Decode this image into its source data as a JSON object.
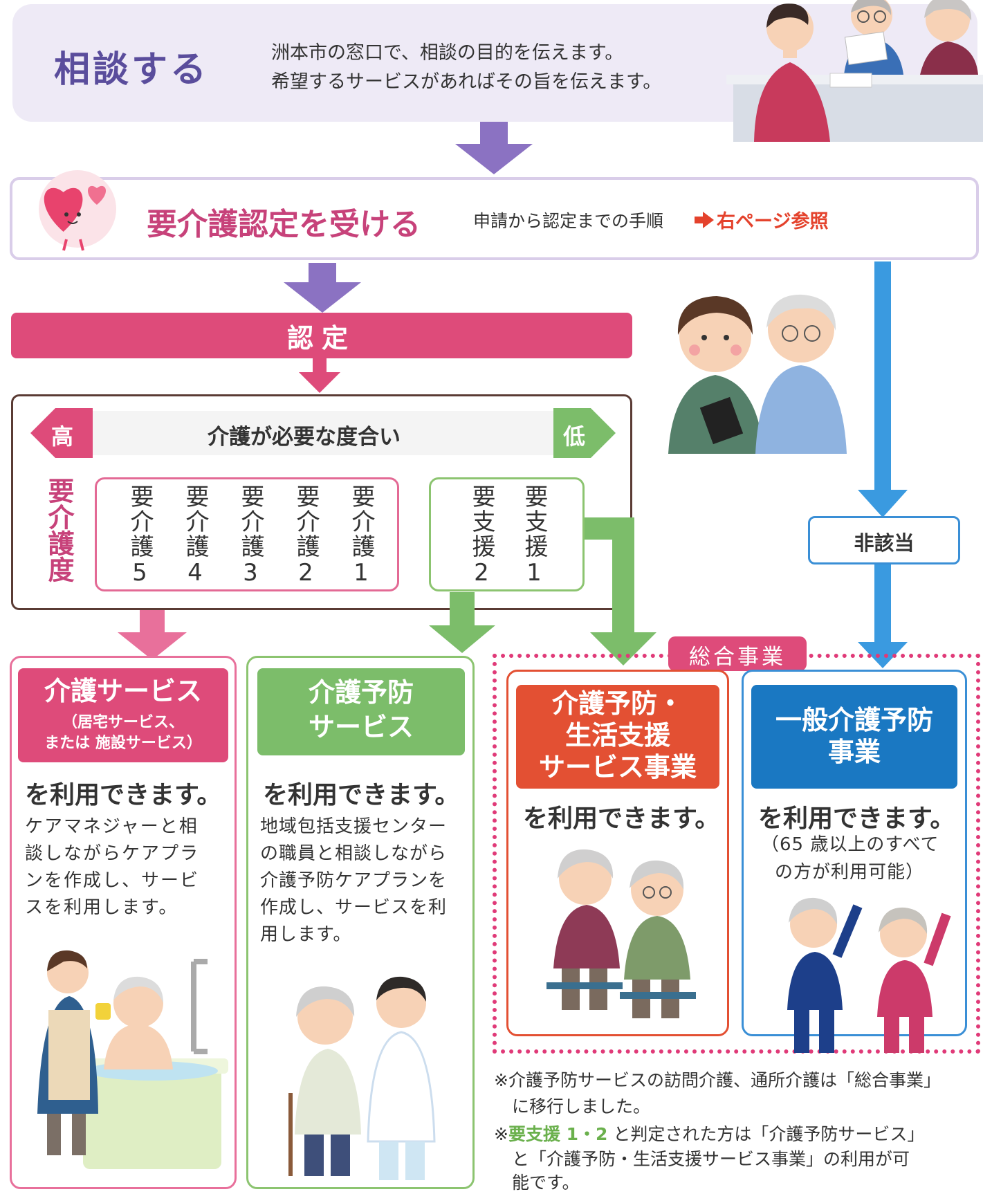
{
  "step1": {
    "title": "相談する",
    "line1": "洲本市の窓口で、相談の目的を伝えます。",
    "line2": "希望するサービスがあればその旨を伝えます。"
  },
  "step2": {
    "title": "要介護認定を受ける",
    "note": "申請から認定までの手順",
    "link": "右ページ参照"
  },
  "certification": {
    "label": "認定"
  },
  "care_level": {
    "high": "高",
    "low": "低",
    "degree": "介護が必要な度合い",
    "row_label": "要介護度",
    "kaigo": [
      "要介護5",
      "要介護4",
      "要介護3",
      "要介護2",
      "要介護1"
    ],
    "shien": [
      "要支援2",
      "要支援1"
    ]
  },
  "not_applicable": "非該当",
  "sogo_jigyo": "総合事業",
  "services": {
    "kaigo": {
      "title": "介護サービス",
      "sub1": "（居宅サービス、",
      "sub2": "または 施設サービス）",
      "use": "を利用できます。",
      "desc": [
        "ケアマネジャーと相",
        "談しながらケアプラ",
        "ンを作成し、サービ",
        "スを利用します。"
      ]
    },
    "yobo": {
      "title1": "介護予防",
      "title2": "サービス",
      "use": "を利用できます。",
      "desc": [
        "地域包括支援センター",
        "の職員と相談しながら",
        "介護予防ケアプランを",
        "作成し、サービスを利",
        "用します。"
      ]
    },
    "seikatsu": {
      "title1": "介護予防・",
      "title2": "生活支援",
      "title3": "サービス事業",
      "use": "を利用できます。"
    },
    "ippan": {
      "title1": "一般介護予防",
      "title2": "事業",
      "use": "を利用できます。",
      "desc": [
        "（65 歳以上のすべて",
        "の方が利用可能）"
      ]
    }
  },
  "notes": {
    "n1a": "※介護予防サービスの訪問介護、通所介護は「総合事業」",
    "n1b": "に移行しました。",
    "n2_prefix": "※",
    "n2_highlight": "要支援 1・2",
    "n2_rest": " と判定された方は「介護予防サービス」",
    "n2b": "と「介護予防・生活支援サービス事業」の利用が可",
    "n2c": "能です。"
  },
  "colors": {
    "purple": "#8b72c2",
    "pink": "#de4b7a",
    "green": "#7cbd6a",
    "orange": "#e35033",
    "blue": "#1a78c2",
    "light_blue": "#3a9ae0"
  }
}
